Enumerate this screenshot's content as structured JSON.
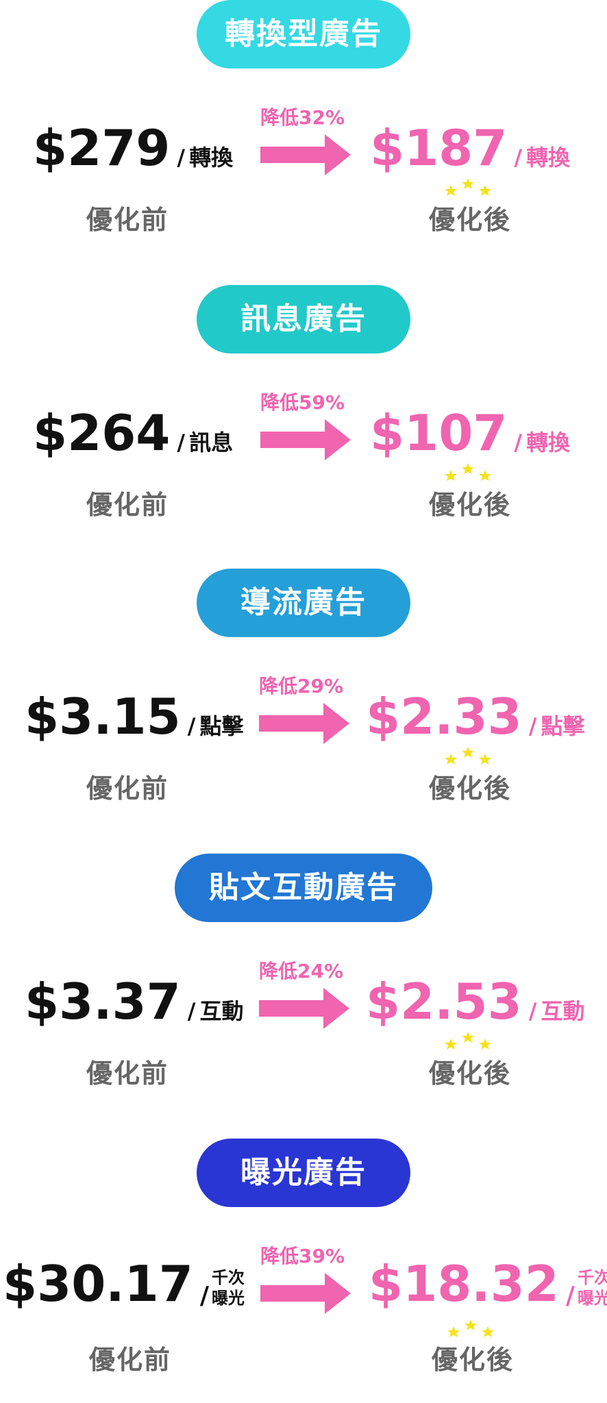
{
  "sections": [
    {
      "title": "轉換型廣告",
      "color": "#34d9e4",
      "before_price": "$279",
      "before_unit": "轉換",
      "drop": "降低32%",
      "after_price": "$187",
      "after_unit": "轉換",
      "before_caption": "優化前",
      "after_caption": "優化後"
    },
    {
      "title": "訊息廣告",
      "color": "#22c9c9",
      "before_price": "$264",
      "before_unit": "訊息",
      "drop": "降低59%",
      "after_price": "$107",
      "after_unit": "轉換",
      "before_caption": "優化前",
      "after_caption": "優化後"
    },
    {
      "title": "導流廣告",
      "color": "#259fd8",
      "before_price": "$3.15",
      "before_unit": "點擊",
      "drop": "降低29%",
      "after_price": "$2.33",
      "after_unit": "點擊",
      "before_caption": "優化前",
      "after_caption": "優化後"
    },
    {
      "title": "貼文互動廣告",
      "color": "#2277d4",
      "before_price": "$3.37",
      "before_unit": "互動",
      "drop": "降低24%",
      "after_price": "$2.53",
      "after_unit": "互動",
      "before_caption": "優化前",
      "after_caption": "優化後"
    },
    {
      "title": "曝光廣告",
      "color": "#2a36d4",
      "before_price": "$30.17",
      "before_unit_line1": "千次",
      "before_unit_line2": "曝光",
      "drop": "降低39%",
      "after_price": "$18.32",
      "after_unit_line1": "千次",
      "after_unit_line2": "曝光",
      "before_caption": "優化前",
      "after_caption": "優化後"
    }
  ],
  "slash": "/",
  "arrow_color": "#f064b0",
  "star_color": "#f5e21a"
}
